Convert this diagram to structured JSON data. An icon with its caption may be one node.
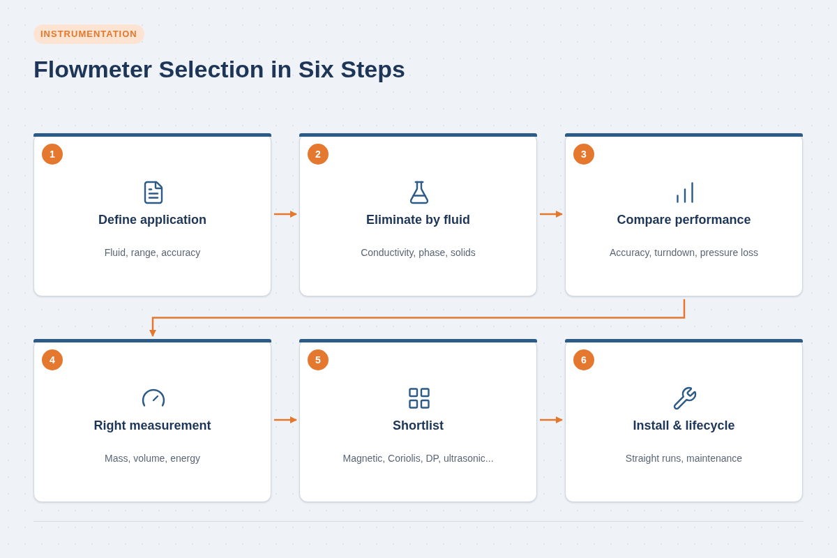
{
  "diagram": {
    "title": "Flowmeter Selection in Six Steps",
    "nodes": [
      {
        "text": [
          "Define application",
          "Fluid, range, accuracy"
        ]
      },
      {
        "text": [
          "1"
        ],
        "in": 0
      },
      {
        "text": [
          "Eliminate by fluid",
          "Conductivity, phase, solids"
        ]
      },
      {
        "text": [
          "2"
        ],
        "in": 2
      },
      {
        "text": [
          "Compare performance",
          "Accuracy, turndown, pressure loss"
        ]
      },
      {
        "text": [
          "3"
        ],
        "in": 4
      },
      {
        "text": [
          "Right measurement",
          "Mass, volume, energy"
        ]
      },
      {
        "text": [
          "4"
        ],
        "in": 6
      },
      {
        "text": [
          "Shortlist",
          "Magnetic, Coriolis, DP, ultrasonic..."
        ]
      },
      {
        "text": [
          "5"
        ],
        "in": 8
      },
      {
        "text": [
          "Install & lifecycle",
          "Straight runs, maintenance"
        ]
      },
      {
        "text": [
          "6"
        ],
        "in": 10
      }
    ],
    "edges": [
      {
        "from": 0,
        "to": 2,
        "arrow": "to"
      },
      {
        "from": 2,
        "to": 4,
        "arrow": "to"
      },
      {
        "from": 4,
        "to": 6,
        "arrow": "to"
      },
      {
        "from": 6,
        "to": 8,
        "arrow": "to"
      },
      {
        "from": 8,
        "to": 10,
        "arrow": "to"
      }
    ],
    "labels": [
      "INSTRUMENTATION"
    ]
  }
}
